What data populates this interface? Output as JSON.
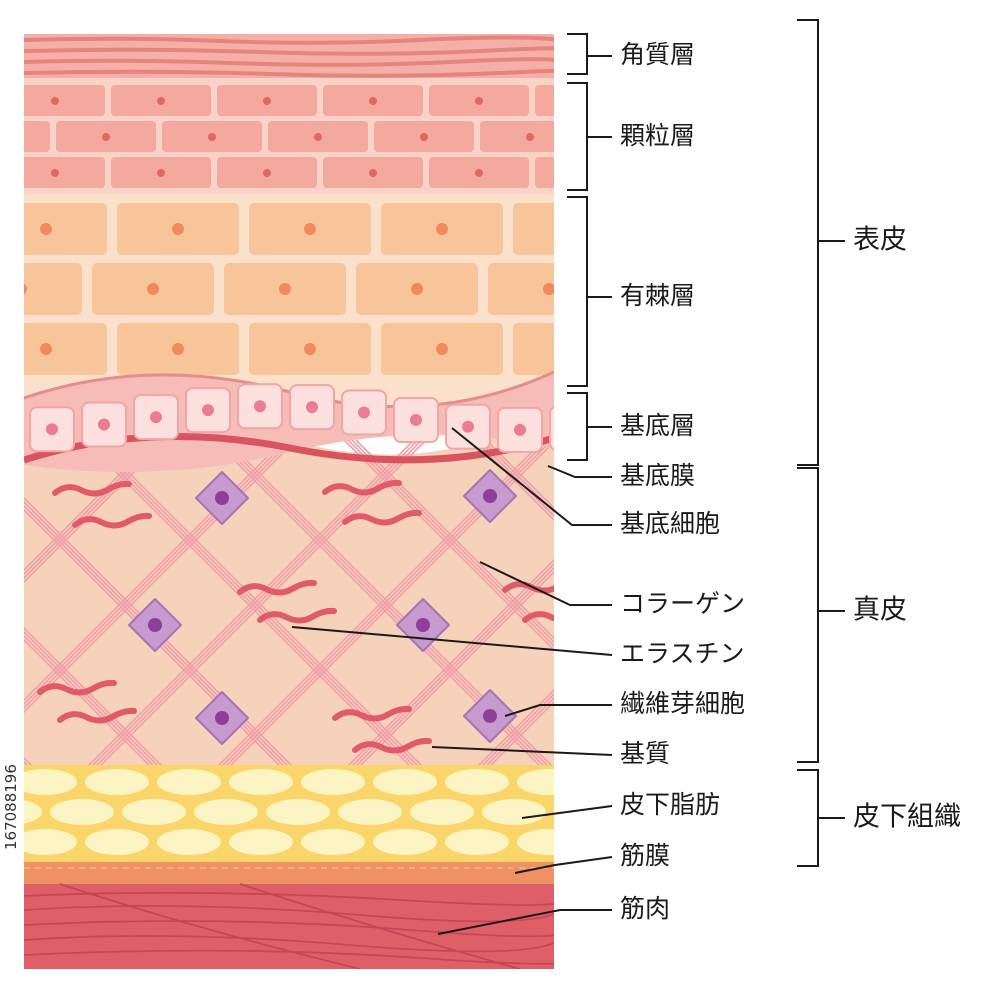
{
  "labels": {
    "kakushitsu": "角質層",
    "karyu": "顆粒層",
    "yuukyoku": "有棘層",
    "kitei_sou": "基底層",
    "kitei_maku": "基底膜",
    "kitei_saibou": "基底細胞",
    "collagen": "コラーゲン",
    "elastin": "エラスチン",
    "fibroblast": "繊維芽細胞",
    "kishitsu": "基質",
    "hika_shibou": "皮下脂肪",
    "kinmaku": "筋膜",
    "kinniku": "筋肉"
  },
  "groups": {
    "hyouhi": "表皮",
    "shinpi": "真皮",
    "hika_soshiki": "皮下組織"
  },
  "watermark": {
    "id": "167088196"
  },
  "colors": {
    "stratum_corneum": "#e9968f",
    "granular": "#f0a99d",
    "spinous": "#f7c59f",
    "basal": "#f4b5b2",
    "dermis": "#f6cdb4",
    "collagen": "#e15a68",
    "fibroblast": "#b77bbf",
    "fat": "#f9e49c",
    "fascia": "#ec8e6a",
    "muscle": "#e0636b"
  }
}
